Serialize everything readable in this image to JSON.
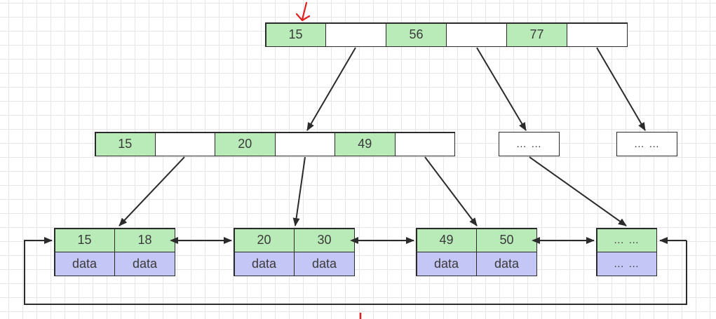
{
  "root": {
    "cells": [
      {
        "kind": "key",
        "text": "15"
      },
      {
        "kind": "ptr",
        "text": ""
      },
      {
        "kind": "key",
        "text": "56"
      },
      {
        "kind": "ptr",
        "text": ""
      },
      {
        "kind": "key",
        "text": "77"
      },
      {
        "kind": "ptr",
        "text": ""
      }
    ]
  },
  "internal": {
    "cells": [
      {
        "kind": "key",
        "text": "15"
      },
      {
        "kind": "ptr",
        "text": ""
      },
      {
        "kind": "key",
        "text": "20"
      },
      {
        "kind": "ptr",
        "text": ""
      },
      {
        "kind": "key",
        "text": "49"
      },
      {
        "kind": "ptr",
        "text": ""
      }
    ],
    "placeholders": [
      "… …",
      "… …"
    ]
  },
  "leaves": [
    {
      "keys": [
        "15",
        "18"
      ],
      "values": [
        "data",
        "data"
      ]
    },
    {
      "keys": [
        "20",
        "30"
      ],
      "values": [
        "data",
        "data"
      ]
    },
    {
      "keys": [
        "49",
        "50"
      ],
      "values": [
        "data",
        "data"
      ]
    },
    {
      "keys": [
        "… …"
      ],
      "values": [
        "… …"
      ]
    }
  ],
  "colors": {
    "key_fill": "#b9ebb9",
    "data_fill": "#c4c6f6",
    "line": "#2b2b2b",
    "annotation": "#e02020"
  }
}
